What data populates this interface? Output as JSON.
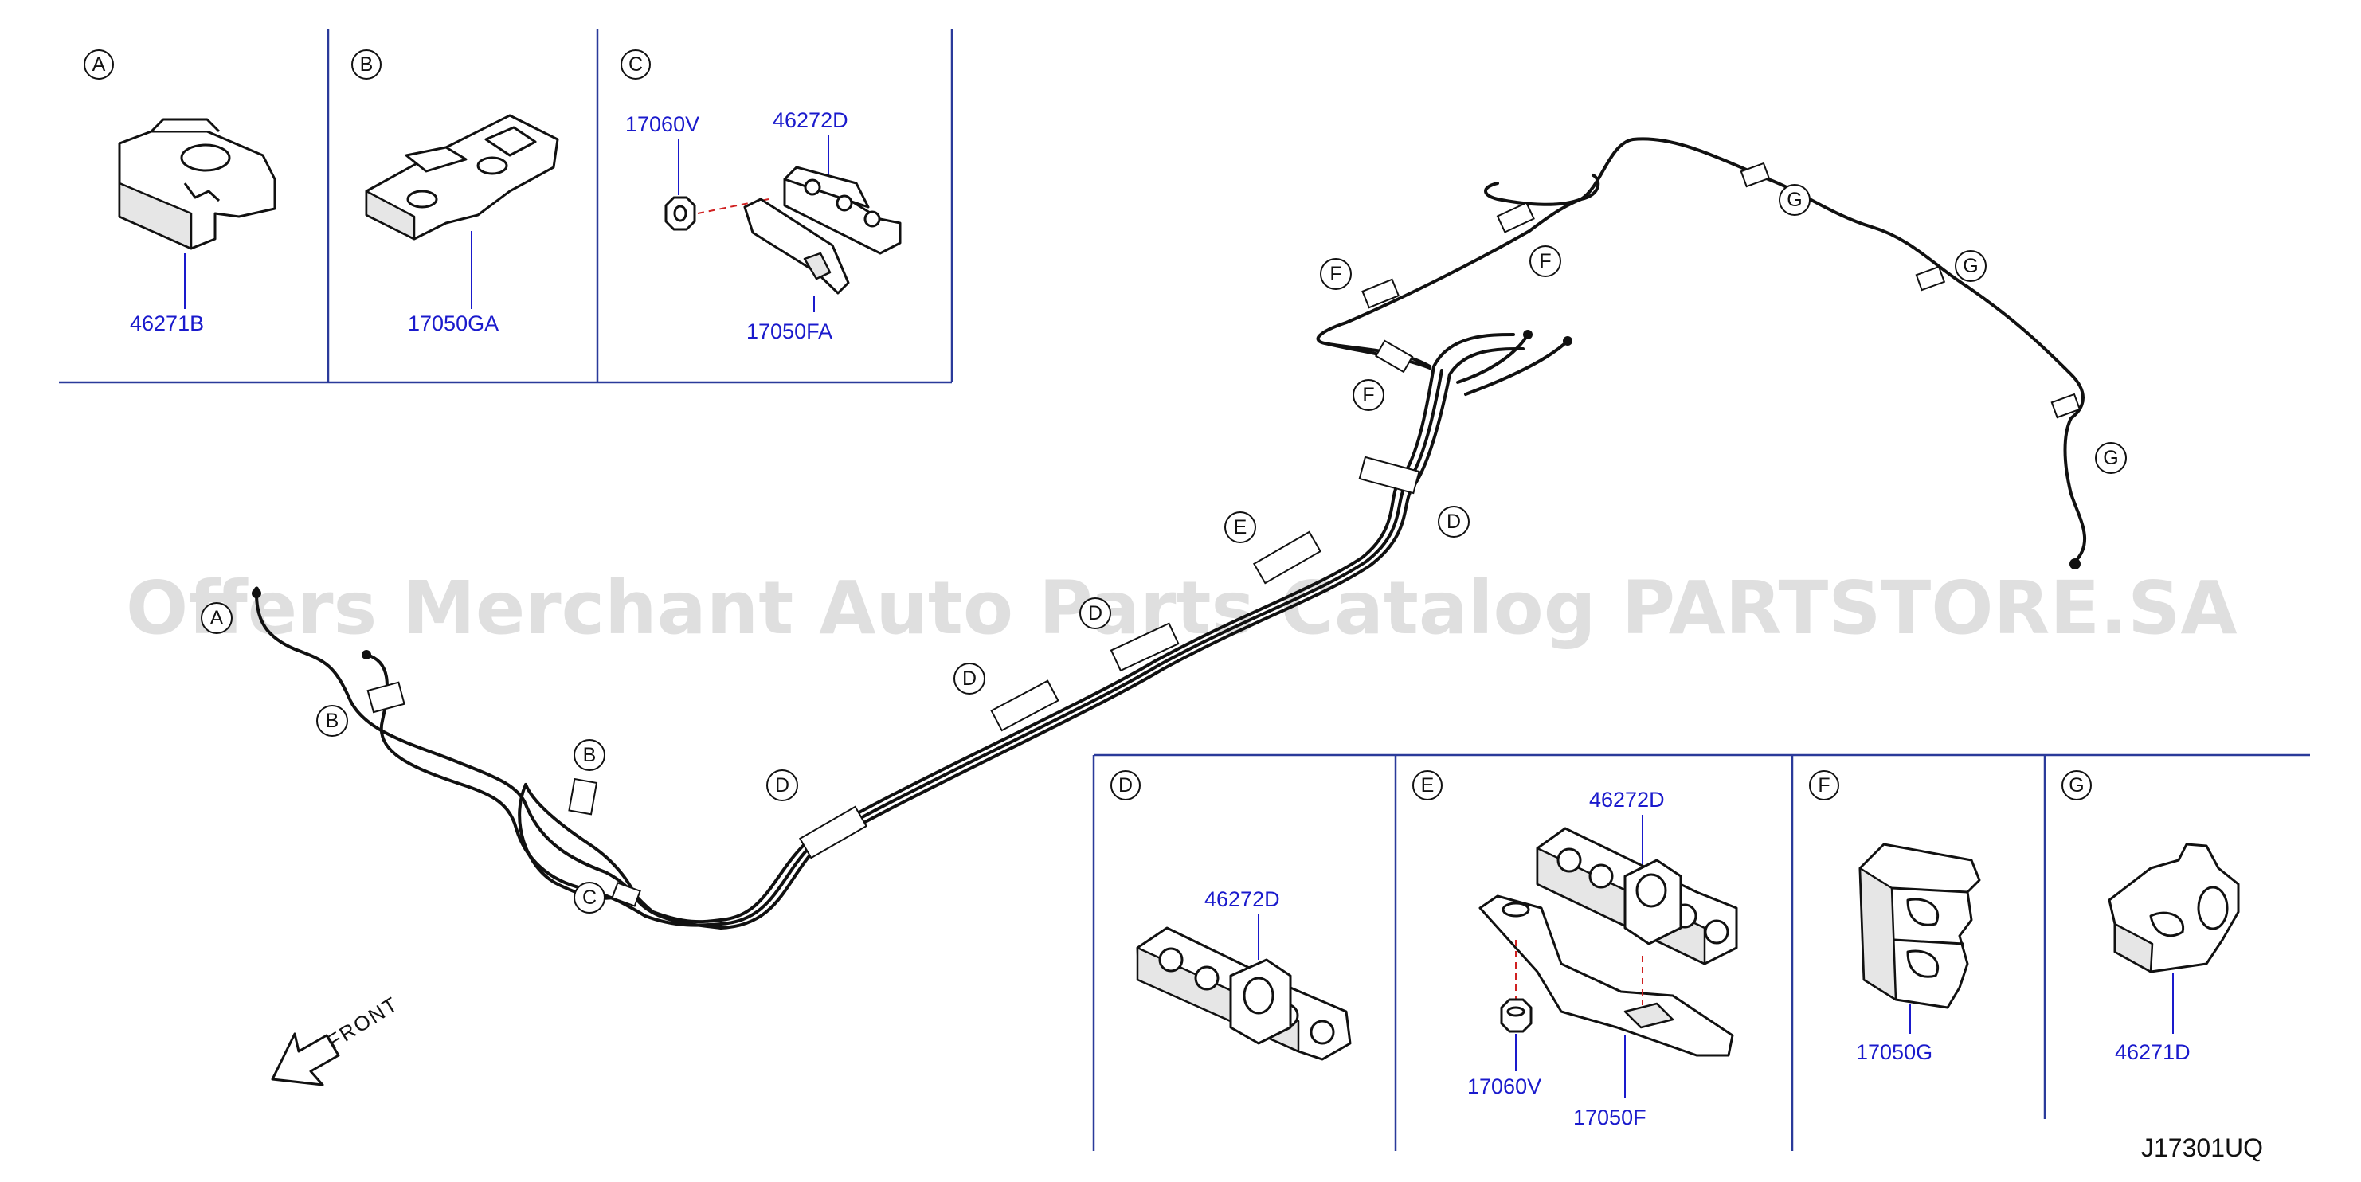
{
  "watermark": "Offers Merchant Auto Parts Catalog PARTSTORE.SA",
  "reference_code": "J17301UQ",
  "front_label": "FRONT",
  "detail_panels": [
    {
      "letter": "A",
      "parts": [
        "46271B"
      ]
    },
    {
      "letter": "B",
      "parts": [
        "17050GA"
      ]
    },
    {
      "letter": "C",
      "parts": [
        "17060V",
        "46272D",
        "17050FA"
      ]
    },
    {
      "letter": "D",
      "parts": [
        "46272D"
      ]
    },
    {
      "letter": "E",
      "parts": [
        "46272D",
        "17060V",
        "17050F"
      ]
    },
    {
      "letter": "F",
      "parts": [
        "17050G"
      ]
    },
    {
      "letter": "G",
      "parts": [
        "46271D"
      ]
    }
  ],
  "callouts": [
    "A",
    "B",
    "B",
    "C",
    "D",
    "D",
    "D",
    "D",
    "E",
    "F",
    "F",
    "F",
    "G",
    "G",
    "G"
  ]
}
